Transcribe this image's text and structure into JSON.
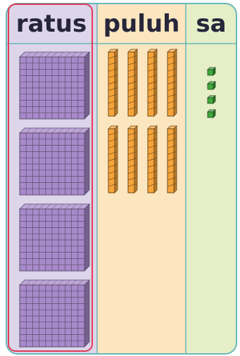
{
  "columns": {
    "hundreds": {
      "label": "ratus",
      "count": 4,
      "bg": "#ddd5ea"
    },
    "tens": {
      "label": "puluh",
      "count": 8,
      "bg": "#fbe6bf"
    },
    "ones": {
      "label": "sa",
      "count": 4,
      "bg": "#e6eec8"
    }
  },
  "colors": {
    "border": "#69b7b8",
    "highlight": "#e03b56",
    "hundred_block": "#a78ac9",
    "ten_rod": "#f6a43a",
    "one_cube": "#3fa83c"
  }
}
